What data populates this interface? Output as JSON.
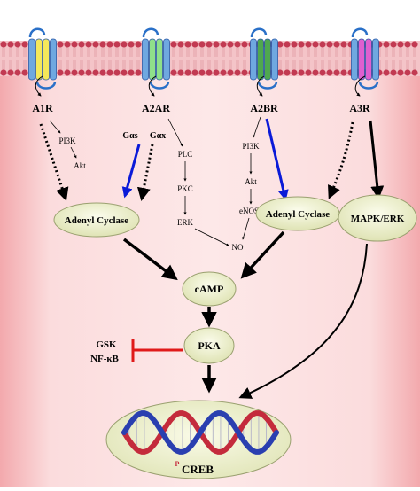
{
  "receptors": [
    {
      "label": "A1R",
      "color": "#f5e85a"
    },
    {
      "label": "A2AR",
      "color": "#8fe08a"
    },
    {
      "label": "A2BR",
      "color": "#4fa84f"
    },
    {
      "label": "A3R",
      "color": "#e05fd0"
    }
  ],
  "small_labels": {
    "pi3k_left": "PI3K",
    "akt_left": "Akt",
    "gas": "Gαs",
    "gax": "Gαx",
    "plc": "PLC",
    "pkc": "PKC",
    "erk": "ERK",
    "no": "NO",
    "pi3k_right": "PI3K",
    "akt_right": "Akt",
    "enos": "eNOS"
  },
  "nodes": {
    "adenyl_left": "Adenyl Cyclase",
    "adenyl_right": "Adenyl Cyclase",
    "mapk": "MAPK/ERK",
    "camp": "cAMP",
    "pka": "PKA",
    "creb_sup": "P",
    "creb": "CREB"
  },
  "inhibited": {
    "gsk": "GSK",
    "nfkb": "NF-κB"
  },
  "colors": {
    "membrane_band": "#f2b8bd",
    "membrane_head": "#c23a52",
    "cell_fill": "#fbd7d8",
    "node_fill": "#f0f2cf",
    "blue_arrow": "#0a1ad8",
    "inhibit": "#e01a1a",
    "dna_red": "#c42b3c",
    "dna_blue": "#2a3fb0"
  }
}
